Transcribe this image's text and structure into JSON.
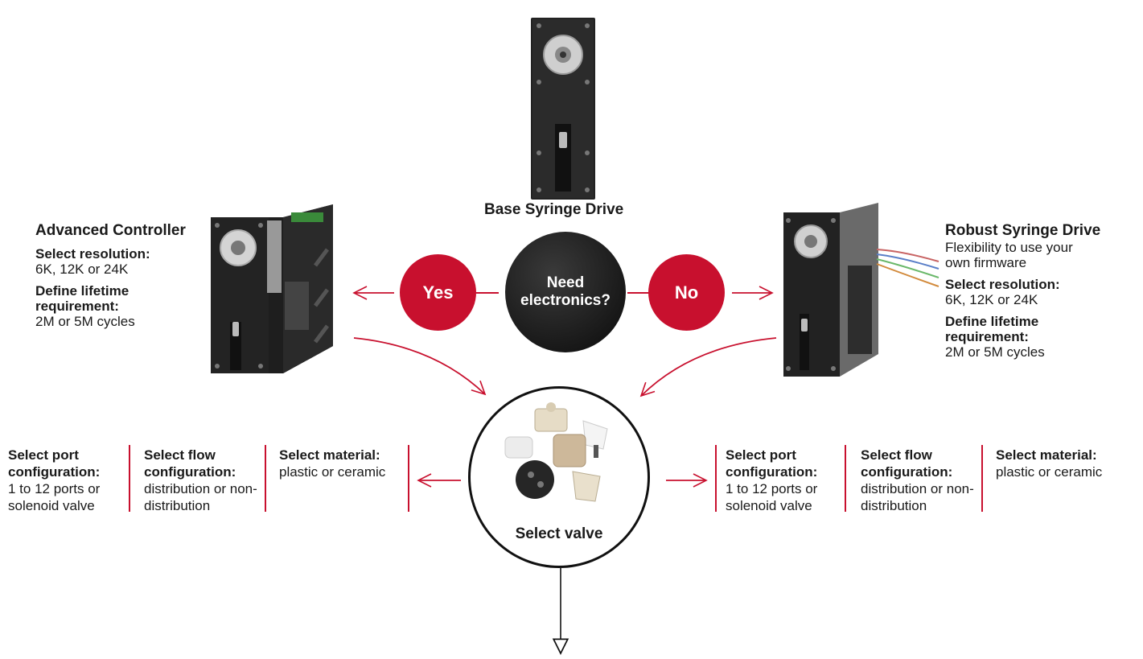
{
  "center": {
    "product_title": "Base Syringe Drive",
    "question": "Need electronics?",
    "yes_label": "Yes",
    "no_label": "No",
    "valve_label": "Select valve"
  },
  "left_product": {
    "title": "Advanced Controller",
    "specs": [
      {
        "heading": "Select resolution:",
        "value": "6K, 12K or 24K"
      },
      {
        "heading": "Define lifetime requirement:",
        "value": "2M or 5M cycles"
      }
    ]
  },
  "right_product": {
    "title": "Robust Syringe Drive",
    "intro": "Flexibility to use your own firmware",
    "specs": [
      {
        "heading": "Select resolution:",
        "value": "6K, 12K or 24K"
      },
      {
        "heading": "Define lifetime requirement:",
        "value": "2M or 5M cycles"
      }
    ]
  },
  "left_options": [
    {
      "heading": "Select port configuration:",
      "value": "1 to 12 ports or solenoid valve"
    },
    {
      "heading": "Select flow configuration:",
      "value": "distribution or non-distribution"
    },
    {
      "heading": "Select material:",
      "value": "plastic or ceramic"
    }
  ],
  "right_options": [
    {
      "heading": "Select port configuration:",
      "value": "1 to 12 ports or solenoid valve"
    },
    {
      "heading": "Select flow configuration:",
      "value": "distribution or non-distribution"
    },
    {
      "heading": "Select material:",
      "value": "plastic or ceramic"
    }
  ],
  "colors": {
    "accent_red": "#c8102e",
    "dark_circle": "#1c1c1c",
    "device_black": "#1e1e1e"
  },
  "icons": {
    "arrow": "outline-arrowhead",
    "product_images": [
      "base-syringe-drive-photo",
      "advanced-controller-photo",
      "robust-syringe-drive-photo",
      "valves-photo"
    ]
  }
}
